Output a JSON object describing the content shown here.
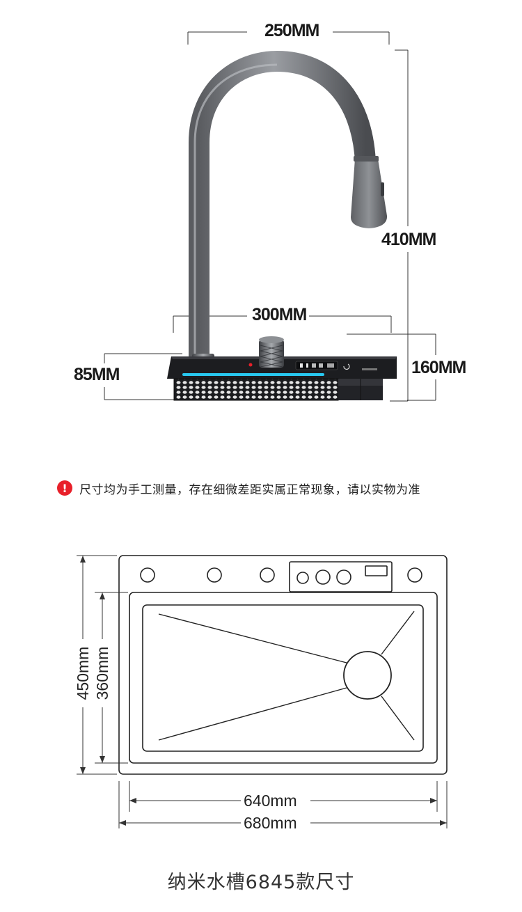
{
  "faucet_dimensions": {
    "width": "250MM",
    "height": "410MM",
    "base_width": "300MM",
    "base_height": "160MM",
    "deck_height": "85MM"
  },
  "notice": {
    "icon": "exclamation-icon",
    "icon_glyph": "!",
    "text": "尺寸均为手工测量，存在细微差距实属正常现象，请以实物为准"
  },
  "sink_dimensions": {
    "outer_height": "450mm",
    "inner_height": "360mm",
    "inner_width": "640mm",
    "outer_width": "680mm"
  },
  "caption": "纳米水槽6845款尺寸",
  "colors": {
    "faucet_metal": "#6f7174",
    "base_black": "#1c1d20",
    "led_strip": "#28c8f0",
    "warning_red": "#e8202a",
    "line": "#333333"
  }
}
